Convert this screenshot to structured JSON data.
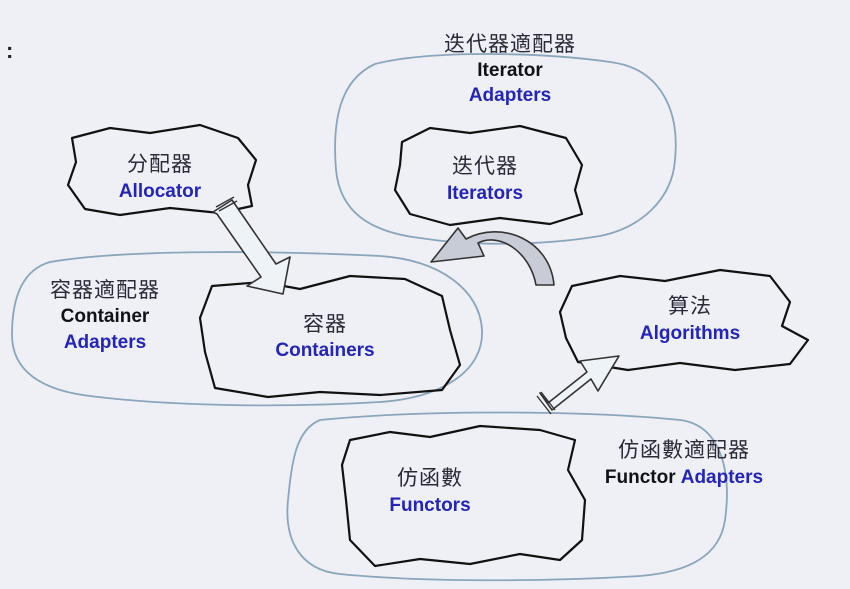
{
  "bullet": ":",
  "iterator_adapters": {
    "zh": "迭代器適配器",
    "en_line1": "Iterator",
    "en_line2": "Adapters"
  },
  "iterators": {
    "zh": "迭代器",
    "en": "Iterators"
  },
  "allocator": {
    "zh": "分配器",
    "en": "Allocator"
  },
  "container_adapters": {
    "zh": "容器適配器",
    "en_line1": "Container",
    "en_line2": "Adapters"
  },
  "containers": {
    "zh": "容器",
    "en": "Containers"
  },
  "algorithms": {
    "zh": "算法",
    "en": "Algorithms"
  },
  "functor_adapters": {
    "zh": "仿函數適配器",
    "en_word1": "Functor",
    "en_word2": "Adapters"
  },
  "functors": {
    "zh": "仿函數",
    "en": "Functors"
  },
  "colors": {
    "background": "#eef0f6",
    "accent_text": "#2424b8",
    "outer_outline": "#8aa6bc",
    "inner_outline": "#111111"
  }
}
